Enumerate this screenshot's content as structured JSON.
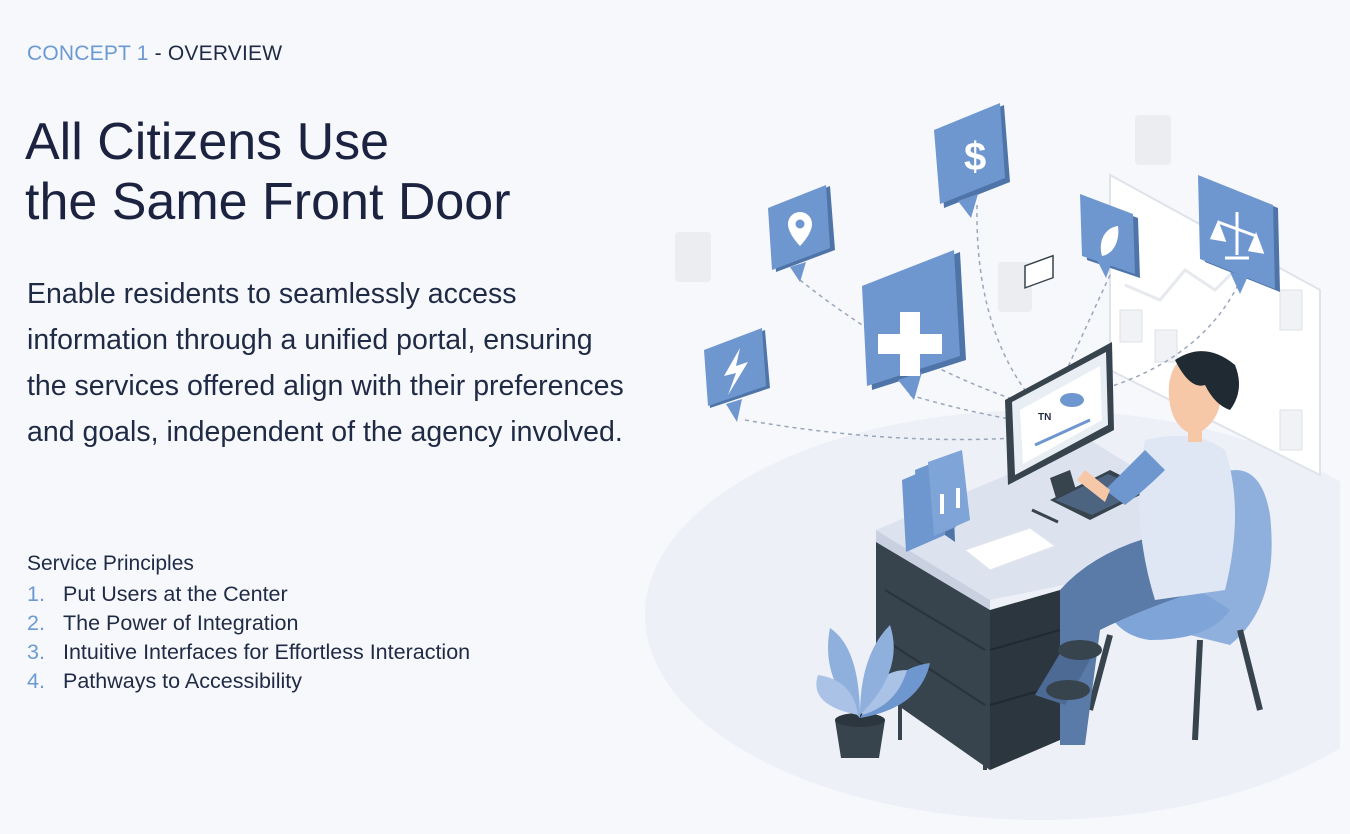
{
  "eyebrow": {
    "concept": "CONCEPT 1",
    "section": " - OVERVIEW"
  },
  "title": {
    "line1": "All Citizens Use",
    "line2": "the Same Front Door"
  },
  "description": "Enable residents to seamlessly access information through a unified portal, ensuring the services offered align with their preferences and goals, independent of the agency involved.",
  "principles": {
    "heading": "Service Principles",
    "items": [
      {
        "num": "1.",
        "label": "Put Users at the Center"
      },
      {
        "num": "2.",
        "label": "The Power of Integration"
      },
      {
        "num": "3.",
        "label": "Intuitive Interfaces for Effortless Interaction"
      },
      {
        "num": "4.",
        "label": "Pathways to Accessibility"
      }
    ]
  },
  "illustration": {
    "monitor_badge": "TN",
    "icons": [
      "lightning-icon",
      "location-pin-icon",
      "medical-cross-icon",
      "dollar-icon",
      "leaf-icon",
      "scales-icon"
    ]
  },
  "colors": {
    "accent": "#6b9ad2",
    "icon_blue": "#6e97cf",
    "icon_dark": "#4f74a8",
    "text": "#1f2a44",
    "desk_dark": "#37434d",
    "background": "#f7f8fc"
  }
}
